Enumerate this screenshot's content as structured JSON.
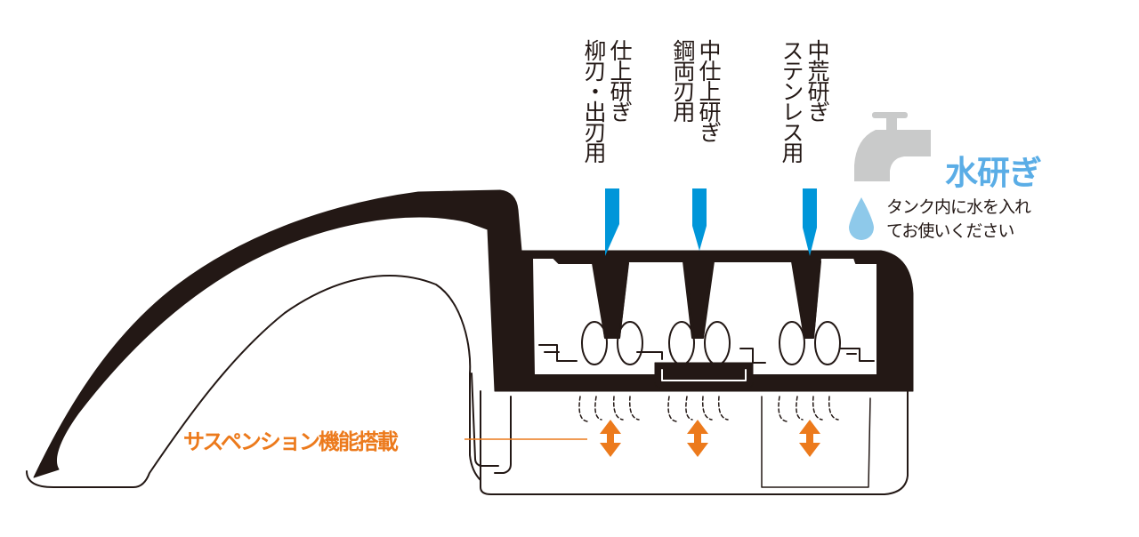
{
  "slot_labels": {
    "finishing": {
      "line1": "仕上研ぎ",
      "line2": "柳刃・出刃用"
    },
    "medium_finishing": {
      "line1": "中仕上研ぎ",
      "line2": "鋼両刃用"
    },
    "medium_rough": {
      "line1": "中荒研ぎ",
      "line2": "ステンレス用"
    }
  },
  "water": {
    "title": "水研ぎ",
    "note_line1": "タンク内に水を入れ",
    "note_line2": "てお使いください"
  },
  "suspension_label": "サスペンション機能搭載",
  "colors": {
    "outline": "#231815",
    "blue_arrow": "#0096d9",
    "faucet": "#c9caca",
    "water_drop": "#8ec9ea",
    "water_title": "#5aade6",
    "orange": "#ec7a1c"
  }
}
